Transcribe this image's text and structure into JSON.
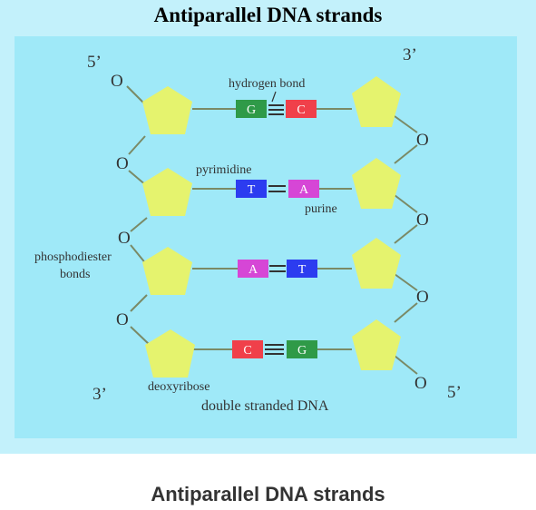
{
  "title": "Antiparallel DNA strands",
  "caption": "Antiparallel DNA strands",
  "diagram": {
    "oxygen_symbol": "O",
    "end_labels": {
      "left_top": "5’",
      "right_top": "3’",
      "left_bottom": "3’",
      "right_bottom": "5’"
    },
    "annotations": {
      "hydrogen_bond": "hydrogen bond",
      "pyrimidine": "pyrimidine",
      "purine": "purine",
      "phosphodiester_line1": "phosphodiester",
      "phosphodiester_line2": "bonds",
      "deoxyribose": "deoxyribose",
      "double_stranded": "double stranded DNA"
    },
    "base_pairs": [
      {
        "left": "G",
        "right": "C",
        "left_color": "#2f9a48",
        "right_color": "#f0404a",
        "bonds": 3
      },
      {
        "left": "T",
        "right": "A",
        "left_color": "#2c3cf0",
        "right_color": "#d646d6",
        "bonds": 2
      },
      {
        "left": "A",
        "right": "T",
        "left_color": "#d646d6",
        "right_color": "#2c3cf0",
        "bonds": 2
      },
      {
        "left": "C",
        "right": "G",
        "left_color": "#f0404a",
        "right_color": "#2f9a48",
        "bonds": 3
      }
    ],
    "colors": {
      "figure_bg": "#c3f1fb",
      "panel_bg": "#9fe9f8",
      "sugar": "#e5f36e",
      "bond_line": "#7a8a66"
    }
  }
}
